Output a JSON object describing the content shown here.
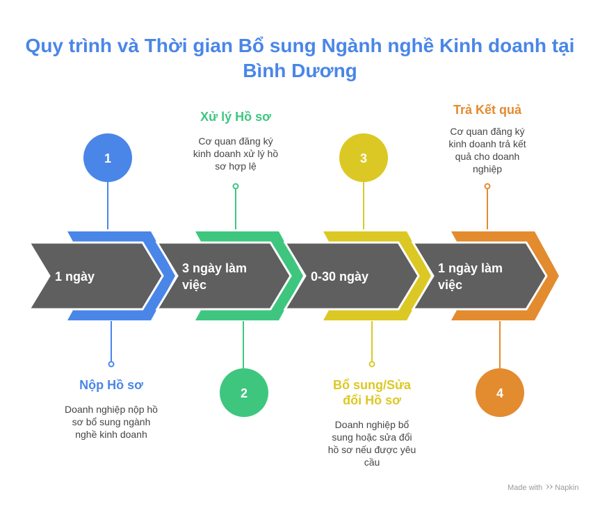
{
  "title": {
    "line1": "Quy trình và Thời gian Bổ sung Ngành nghề Kinh doanh tại",
    "line2": "Bình Dương"
  },
  "steps": [
    {
      "number": "1",
      "name": "Nộp Hồ sơ",
      "description": [
        "Doanh nghiệp nộp hồ",
        "sơ bổ sung ngành",
        "nghề kinh doanh"
      ],
      "duration": [
        "1 ngày"
      ],
      "color": "#4a86e8"
    },
    {
      "number": "2",
      "name": "Xử lý Hồ sơ",
      "description": [
        "Cơ quan đăng ký",
        "kinh doanh xử lý hồ",
        "sơ hợp lệ"
      ],
      "duration": [
        "3 ngày làm",
        "việc"
      ],
      "color": "#3ec67f"
    },
    {
      "number": "3",
      "name_lines": [
        "Bổ sung/Sửa",
        "đổi Hồ sơ"
      ],
      "description": [
        "Doanh nghiệp bổ",
        "sung hoặc sửa đổi",
        "hồ sơ nếu được yêu",
        "cầu"
      ],
      "duration": [
        "0-30 ngày"
      ],
      "color": "#dcc824"
    },
    {
      "number": "4",
      "name": "Trả Kết quả",
      "description": [
        "Cơ quan đăng ký",
        "kinh doanh trả kết",
        "quả cho doanh",
        "nghiệp"
      ],
      "duration": [
        "1 ngày làm",
        "việc"
      ],
      "color": "#e38b2f"
    }
  ],
  "credit": {
    "prefix": "Made with",
    "brand": "Napkin",
    "logo_icon": "napkin-logo-icon"
  },
  "arrow_fill": "#5f5f5f"
}
